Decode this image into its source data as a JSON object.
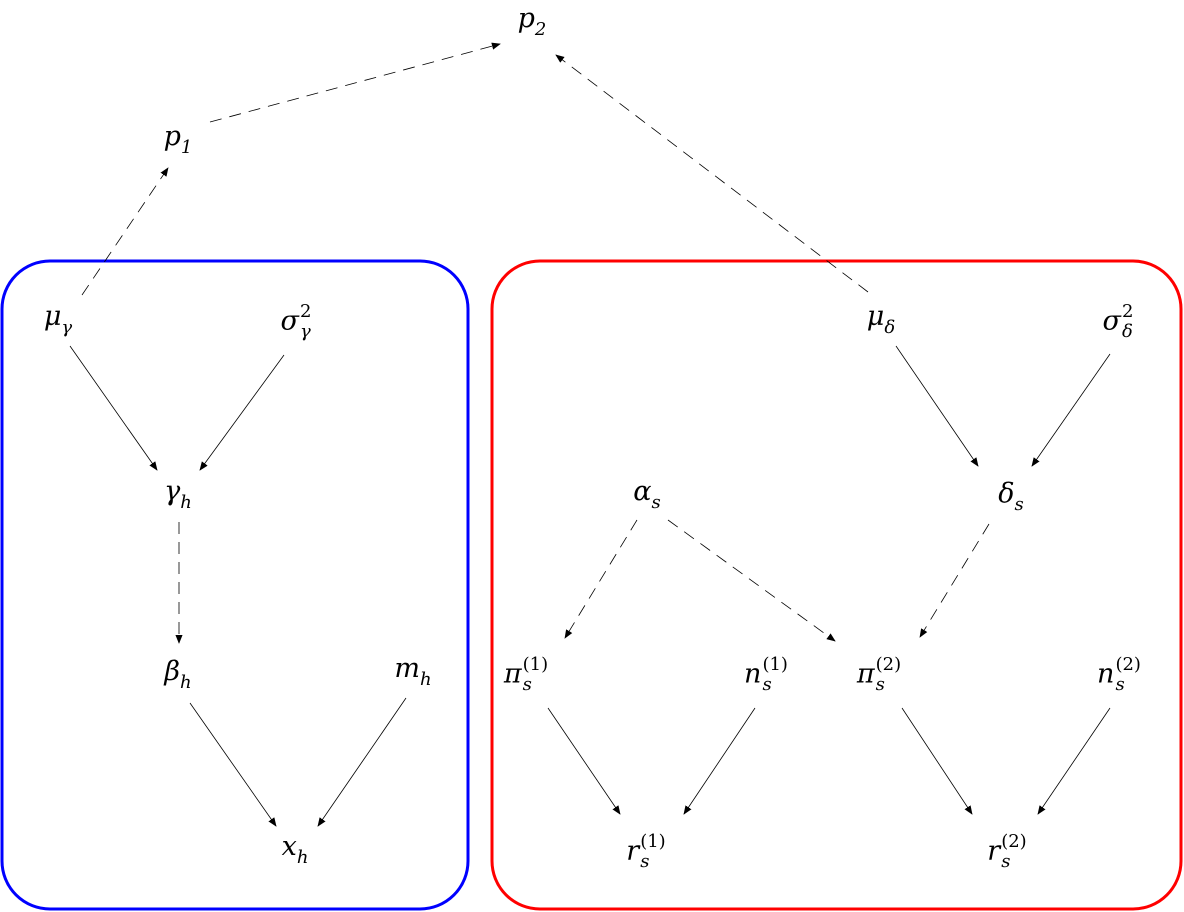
{
  "diagram": {
    "plates": [
      {
        "id": "plate-h",
        "color": "#0000ff"
      },
      {
        "id": "plate-s",
        "color": "#ff0000"
      }
    ],
    "nodes": {
      "p1": {
        "base": "p",
        "sub": "1"
      },
      "p2": {
        "base": "p",
        "sub": "2"
      },
      "mu_gamma": {
        "base": "μ",
        "sub": "γ"
      },
      "sigma2_gamma": {
        "base": "σ",
        "sup": "2",
        "sub": "γ"
      },
      "gamma_h": {
        "base": "γ",
        "sub": "h"
      },
      "beta_h": {
        "base": "β",
        "sub": "h"
      },
      "m_h": {
        "base": "m",
        "sub": "h"
      },
      "x_h": {
        "base": "x",
        "sub": "h"
      },
      "mu_delta": {
        "base": "μ",
        "sub": "δ"
      },
      "sigma2_delta": {
        "base": "σ",
        "sup": "2",
        "sub": "δ"
      },
      "alpha_s": {
        "base": "α",
        "sub": "s"
      },
      "delta_s": {
        "base": "δ",
        "sub": "s"
      },
      "pi1_s": {
        "base": "π",
        "sup": "(1)",
        "sub": "s"
      },
      "n1_s": {
        "base": "n",
        "sup": "(1)",
        "sub": "s"
      },
      "pi2_s": {
        "base": "π",
        "sup": "(2)",
        "sub": "s"
      },
      "n2_s": {
        "base": "n",
        "sup": "(2)",
        "sub": "s"
      },
      "r1_s": {
        "base": "r",
        "sup": "(1)",
        "sub": "s"
      },
      "r2_s": {
        "base": "r",
        "sup": "(2)",
        "sub": "s"
      }
    },
    "edges": [
      {
        "from": "mu_gamma",
        "to": "p1",
        "style": "dashed"
      },
      {
        "from": "p1",
        "to": "p2",
        "style": "dashed"
      },
      {
        "from": "mu_delta",
        "to": "p2",
        "style": "dashed"
      },
      {
        "from": "mu_gamma",
        "to": "gamma_h",
        "style": "solid"
      },
      {
        "from": "sigma2_gamma",
        "to": "gamma_h",
        "style": "solid"
      },
      {
        "from": "gamma_h",
        "to": "beta_h",
        "style": "dashed"
      },
      {
        "from": "beta_h",
        "to": "x_h",
        "style": "solid"
      },
      {
        "from": "m_h",
        "to": "x_h",
        "style": "solid"
      },
      {
        "from": "mu_delta",
        "to": "delta_s",
        "style": "solid"
      },
      {
        "from": "sigma2_delta",
        "to": "delta_s",
        "style": "solid"
      },
      {
        "from": "alpha_s",
        "to": "pi1_s",
        "style": "dashed"
      },
      {
        "from": "alpha_s",
        "to": "pi2_s",
        "style": "dashed"
      },
      {
        "from": "delta_s",
        "to": "pi2_s",
        "style": "dashed"
      },
      {
        "from": "pi1_s",
        "to": "r1_s",
        "style": "solid"
      },
      {
        "from": "n1_s",
        "to": "r1_s",
        "style": "solid"
      },
      {
        "from": "pi2_s",
        "to": "r2_s",
        "style": "solid"
      },
      {
        "from": "n2_s",
        "to": "r2_s",
        "style": "solid"
      }
    ]
  }
}
